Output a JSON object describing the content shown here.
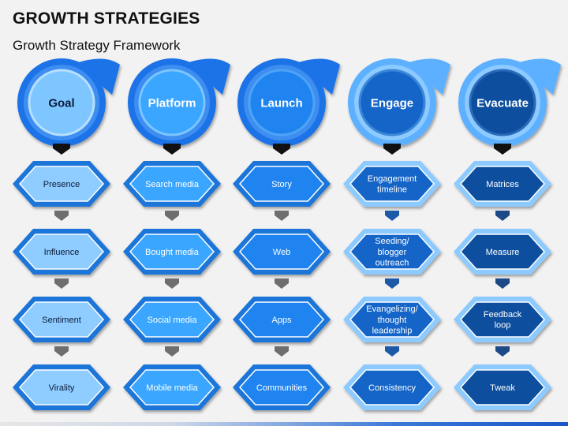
{
  "title": "GROWTH STRATEGIES",
  "subtitle": "Growth Strategy Framework",
  "columns": [
    {
      "heading": "Goal",
      "items": [
        "Presence",
        "Influence",
        "Sentiment",
        "Virality"
      ],
      "colors": {
        "ring": "#1a73e8",
        "ringInner": "#3d8ef0",
        "circle": "#7ec6ff",
        "circleGlow": "#b7e0ff",
        "headingText": "#0b1b3a",
        "hexOuter": "#1c74d8",
        "hexInner": "#8fccff",
        "hexText": "#0b1b3a",
        "arrow": "#6e6e6e"
      }
    },
    {
      "heading": "Platform",
      "items": [
        "Search media",
        "Bought media",
        "Social media",
        "Mobile media"
      ],
      "colors": {
        "ring": "#1a73e8",
        "ringInner": "#3d8ef0",
        "circle": "#3aa6ff",
        "circleGlow": "#7cc5ff",
        "headingText": "#ffffff",
        "hexOuter": "#1c74d8",
        "hexInner": "#3aa6ff",
        "hexText": "#ffffff",
        "arrow": "#6e6e6e"
      }
    },
    {
      "heading": "Launch",
      "items": [
        "Story",
        "Web",
        "Apps",
        "Communities"
      ],
      "colors": {
        "ring": "#1a73e8",
        "ringInner": "#3d8ef0",
        "circle": "#1f84f0",
        "circleGlow": "#4fa3f5",
        "headingText": "#ffffff",
        "hexOuter": "#1c74d8",
        "hexInner": "#1f84f0",
        "hexText": "#ffffff",
        "arrow": "#6e6e6e"
      }
    },
    {
      "heading": "Engage",
      "items": [
        "Engagement timeline",
        "Seeding/ blogger outreach",
        "Evangelizing/ thought leadership",
        "Consistency"
      ],
      "colors": {
        "ring": "#5cb0ff",
        "ringInner": "#8ccaff",
        "circle": "#1565c8",
        "circleGlow": "#3a86d8",
        "headingText": "#ffffff",
        "hexOuter": "#8ccaff",
        "hexInner": "#1565c8",
        "hexText": "#ffffff",
        "arrow": "#1c5aa8"
      }
    },
    {
      "heading": "Evacuate",
      "items": [
        "Matrices",
        "Measure",
        "Feedback loop",
        "Tweak"
      ],
      "colors": {
        "ring": "#5cb0ff",
        "ringInner": "#8ccaff",
        "circle": "#0d4f9e",
        "circleGlow": "#2a6ab8",
        "headingText": "#ffffff",
        "hexOuter": "#8ccaff",
        "hexInner": "#0d4f9e",
        "hexText": "#ffffff",
        "arrow": "#1c4a86"
      }
    }
  ]
}
